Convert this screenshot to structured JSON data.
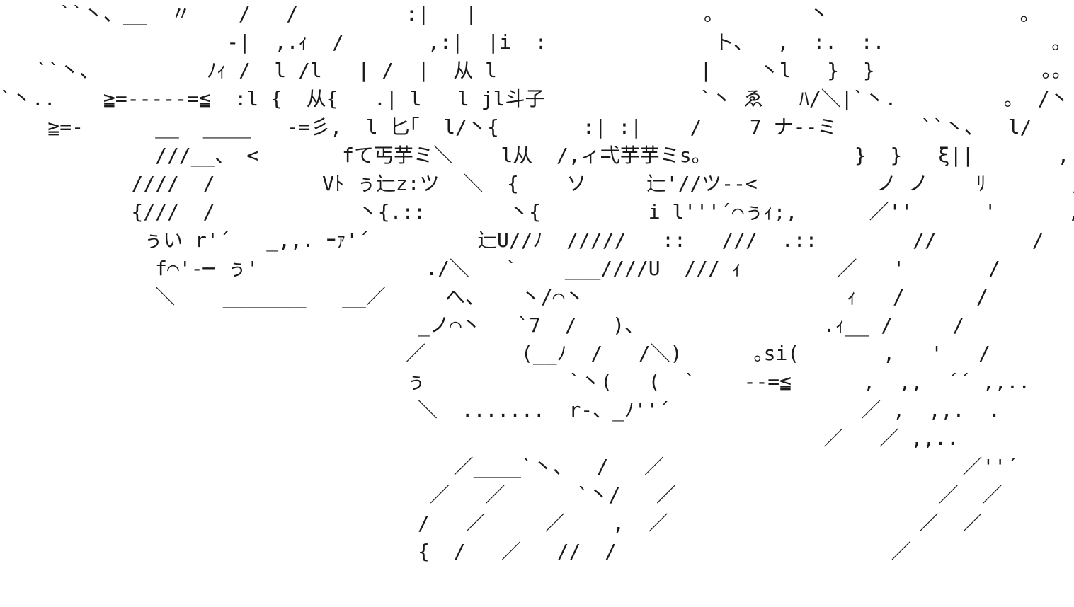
{
  "art": {
    "ink_color": "#1a1a1a",
    "background_color": "#ffffff",
    "lines": [
      "     ``丶、__  〃    /   /         :|   |                   ｡        丶                ｡       丶  ,",
      "                   -|  ,.ｨ  /       ,:|  |i  :              ト、  ,  :.  :.              ｡            ,",
      "   ``丶、         ﾉｨ /  l /l   | /  |  从 l                 |    丶l   }  }              ｡。          }",
      "`丶..    ≧=-----=≦  :l {  从{   .| l   l jl斗子             `丶 ゑ   ﾊ/＼|`丶.         ｡  /丶        '",
      "    ≧=-      __  ____   -=彡,  l 匕｢  l/丶{       :| :|    /    7 ナ--ミ       ``丶、  l/    }       ,",
      "             ///__、 <       fて丐芋ミ＼    l从  /,ィ弌芋芋ミs。            }  }   ξ||       ,",
      "           ////  /         Vﾄ ぅ辷z:ツ  ＼  {    ソ     辷'//ツ--<          ノ ノ    ﾘ       ,",
      "           {///  /            丶{.::       丶{         i l'''´⌒ぅｨ;,      ／''      '      ,",
      "            ぅい r'´   _,,. ｰｧ'´         辷U//ﾉ  /////   ::   ///  .::        //        /",
      "             f⌒'-─ ぅ'              ./＼   `    ___////U  /// ｨ        ／   '       /",
      "             ＼    _______   __／     へ、   丶/⌒丶                      ｨ   /      /",
      "                                   _ノ⌒丶   `7  /   )、               .ｨ__ /     /",
      "                                  ／        (__ﾉ  /   /＼)      ｡si(       ,   '   /            /",
      "                                  ぅ            `丶(   (  `    --=≦      ,  ,,  ´´ ,,..             ./",
      "                                   ＼  .......  r-、_ﾉ''´                ／ ,  ,,.  .            ,",
      "                                                                     ／   ／ ,,..                 ／,,.. -''",
      "                                      ／____`丶、  /   ／                         ／''´",
      "                                    ／   ／      `丶/   ／                      ／  ／",
      "                                   /   ／     ／    ,  ／                     ／  ／",
      "                                   {  /   ／   //  /                       ／"
    ]
  }
}
